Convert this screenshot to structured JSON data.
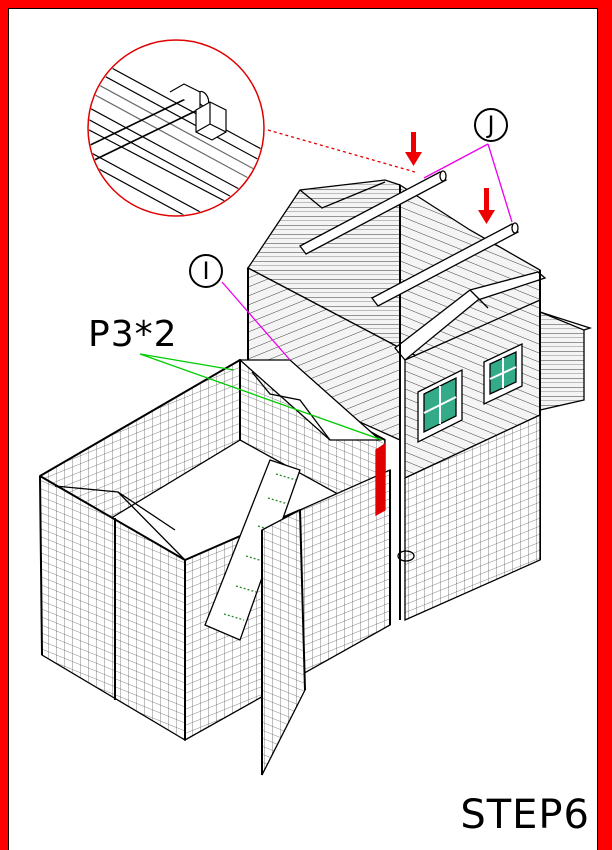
{
  "colors": {
    "frame": "#ff0000",
    "leader_green": "#00cc00",
    "leader_magenta": "#ee00ee",
    "arrow": "#ee0000",
    "window_glass": "#33aa88"
  },
  "labels": {
    "part_p3": "P3*2",
    "callout_i": "I",
    "callout_j": "J",
    "step": "STEP6"
  },
  "icons": {
    "down_arrow": "red-down-arrow",
    "detail_view": "magnifier-circle"
  }
}
